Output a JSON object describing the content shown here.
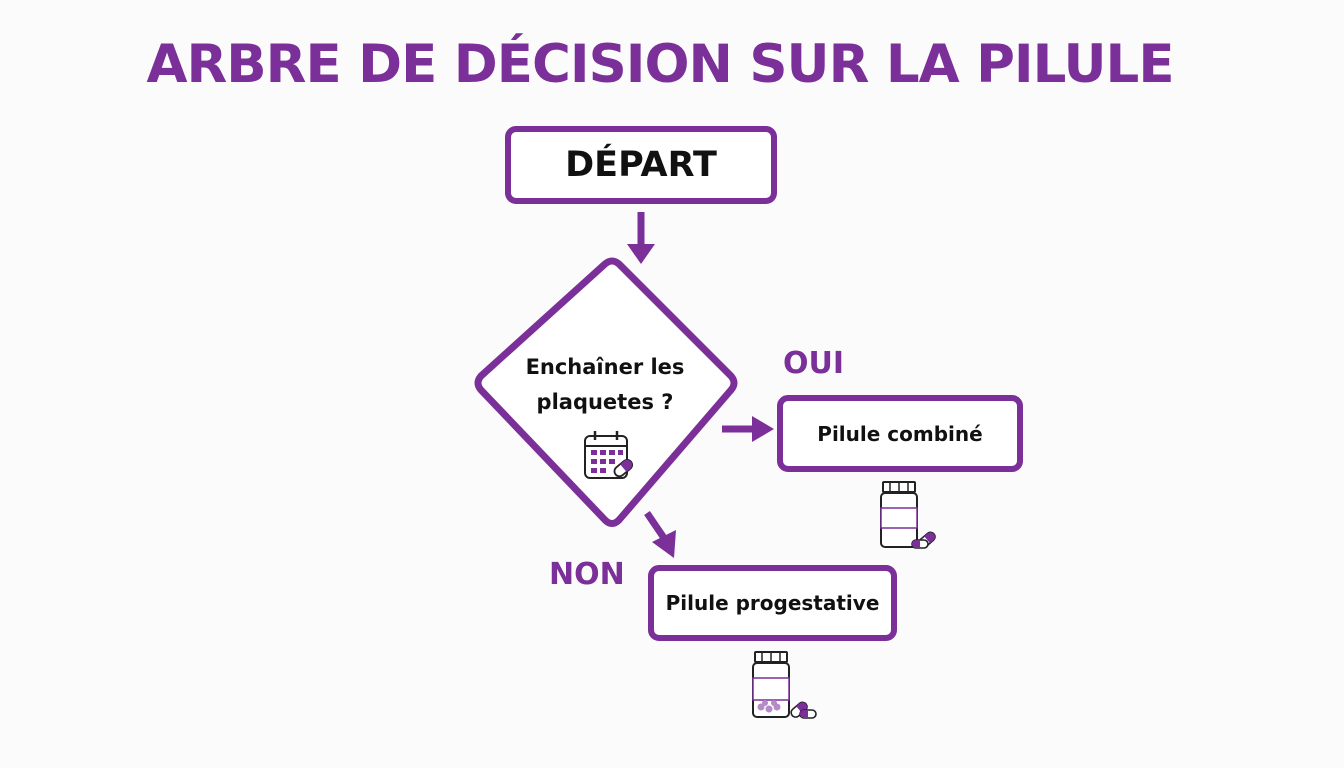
{
  "title": "ARBRE DE DÉCISION SUR LA PILULE",
  "nodes": {
    "start": "DÉPART",
    "decision_line1": "Enchaîner les",
    "decision_line2": "plaquetes ?",
    "yes_result": "Pilule combiné",
    "no_result": "Pilule progestative"
  },
  "branches": {
    "yes": "OUI",
    "no": "NON"
  },
  "colors": {
    "accent": "#7b2f99",
    "text": "#111111",
    "background": "#fbfbfb"
  },
  "icons": [
    "calendar-pill-icon",
    "pill-bottle-icon",
    "pill-bottle-filled-icon"
  ]
}
